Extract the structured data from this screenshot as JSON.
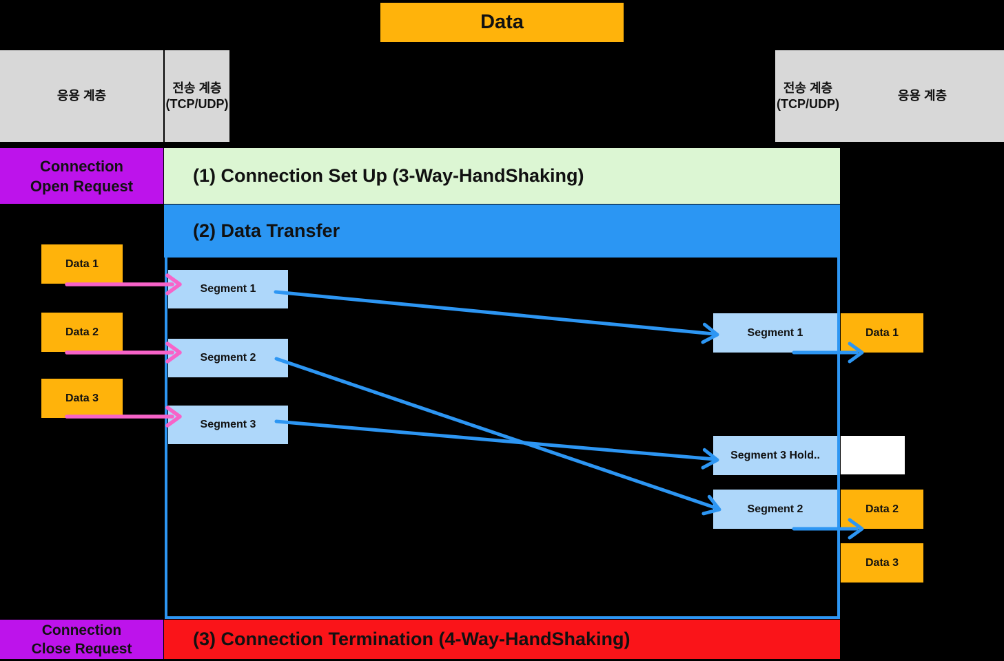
{
  "title": "Data",
  "header_left": {
    "application": "응용 계층",
    "transport": "전송 계층",
    "transport_sub": "(TCP/UDP)"
  },
  "header_right": {
    "transport": "전송 계층",
    "transport_sub": "(TCP/UDP)",
    "application": "응용 계층"
  },
  "phase_bars": {
    "open_request_line1": "Connection",
    "open_request_line2": "Open Request",
    "setup": "(1) Connection Set Up (3-Way-HandShaking)",
    "transfer": "(2) Data Transfer",
    "close_request_line1": "Connection",
    "close_request_line2": "Close Request",
    "termination": "(3) Connection Termination (4-Way-HandShaking)"
  },
  "sender": {
    "data_boxes": [
      "Data 1",
      "Data 2",
      "Data 3"
    ],
    "segment_boxes": [
      "Segment 1",
      "Segment 2",
      "Segment 3"
    ]
  },
  "receiver": {
    "segment_boxes": [
      "Segment 1",
      "Segment 3 Hold..",
      "Segment 2"
    ],
    "data_boxes": [
      "Data 1",
      "Data 2",
      "Data 3"
    ]
  },
  "colors": {
    "background": "#000000",
    "orange": "#FFB30B",
    "gray_header": "#D8D8D8",
    "purple": "#BD13EB",
    "green": "#DCF6D3",
    "blue": "#2B96F3",
    "light_blue": "#AED7FA",
    "red": "#FA1419",
    "pink_arrow": "#F763C8",
    "blue_arrow": "#2D96F3",
    "white": "#FFFFFF"
  }
}
